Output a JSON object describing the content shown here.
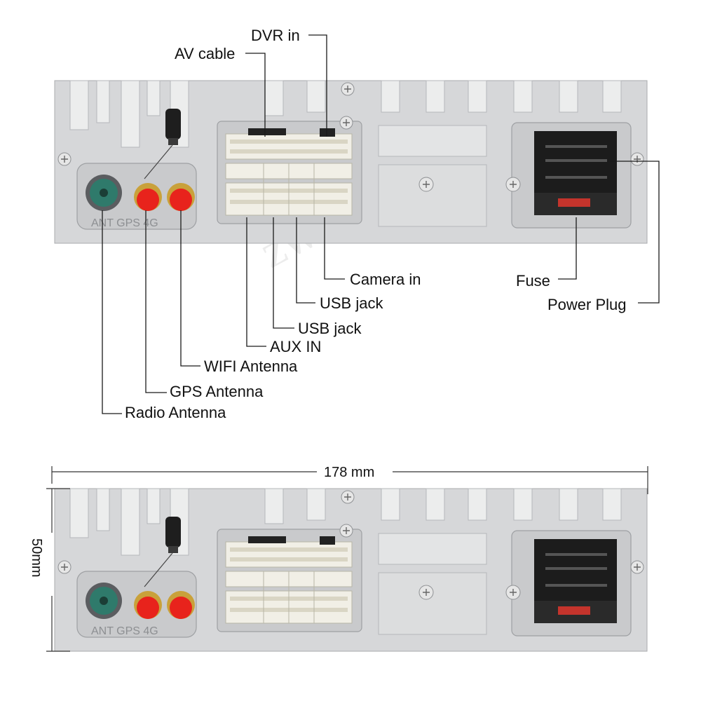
{
  "labels": {
    "dvr_in": "DVR in",
    "av_cable": "AV cable",
    "camera_in": "Camera in",
    "usb_jack_1": "USB jack",
    "usb_jack_2": "USB jack",
    "aux_in": "AUX IN",
    "wifi_antenna": "WIFI Antenna",
    "gps_antenna": "GPS Antenna",
    "radio_antenna": "Radio Antenna",
    "fuse": "Fuse",
    "power_plug": "Power Plug"
  },
  "panel_markings": {
    "top": "ANT  GPS 4G",
    "bottom": "ANT  GPS 4G"
  },
  "dimensions": {
    "width": "178 mm",
    "height": "50mm"
  },
  "watermark": "ZWNAV",
  "colors": {
    "plate": "#d6d7d9",
    "antenna_red": "#e8231c",
    "antenna_gold": "#c9a13a",
    "radio_green": "#2f7a6b",
    "connector_ivory": "#f1efe6",
    "power_black": "#1c1c1c",
    "fuse_red": "#c4342c"
  }
}
